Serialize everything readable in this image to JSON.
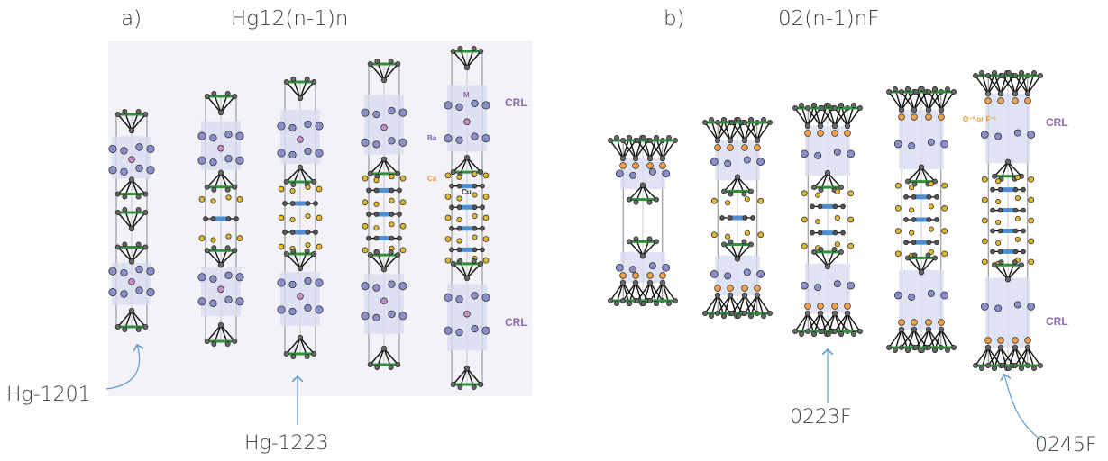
{
  "panel_a": {
    "label": "a)",
    "title": "Hg12(n-1)n"
  },
  "panel_b": {
    "label": "b)",
    "title": "02(n-1)nF"
  },
  "annotations": {
    "hg1201": "Hg-1201",
    "hg1223": "Hg-1223",
    "f0223": "0223F",
    "f0245": "0245F"
  },
  "structure_labels": {
    "crl": "CRL",
    "ba": "Ba",
    "ca": "Ca",
    "cu": "Cu",
    "m": "M",
    "apical": "O⁻² or F⁻¹"
  },
  "colors": {
    "text": "#3a3a3a",
    "arrow": "#5b9bd5",
    "crl_band": "#d8dcf0",
    "atom_large": "#8b8fc9",
    "atom_pink": "#c68fc4",
    "atom_yellow": "#e0b830",
    "atom_orange": "#f3a24a",
    "atom_blue": "#4f8fcf",
    "atom_green": "#2f8f3a",
    "crl_text": "#8a6bb0"
  }
}
